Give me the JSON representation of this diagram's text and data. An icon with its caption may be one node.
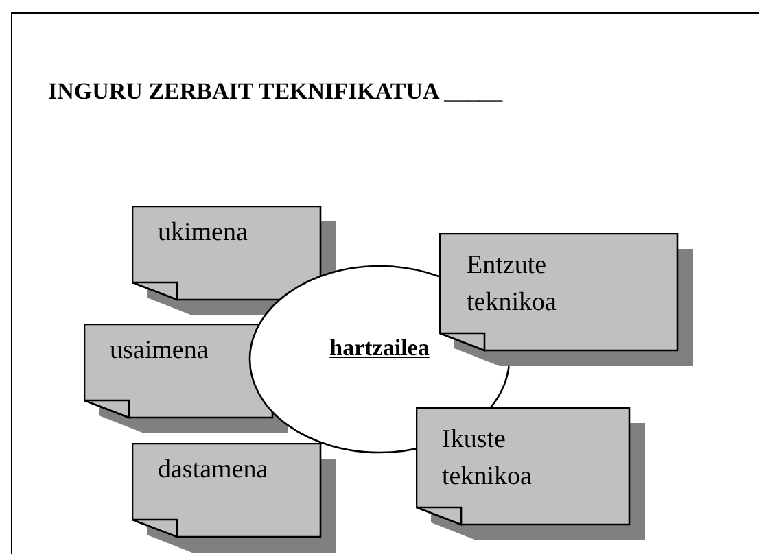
{
  "diagram": {
    "title": "INGURU ZERBAIT TEKNIFIKATUA _____",
    "nodes": [
      {
        "text": [
          "ukimena"
        ]
      },
      {
        "text": [
          "Entzute teknikoa"
        ]
      },
      {
        "text": [
          "hartzailea"
        ]
      },
      {
        "text": [
          "usaimena"
        ]
      },
      {
        "text": [
          "Ikuste teknikoa"
        ]
      },
      {
        "text": [
          "dastamena"
        ]
      }
    ]
  }
}
